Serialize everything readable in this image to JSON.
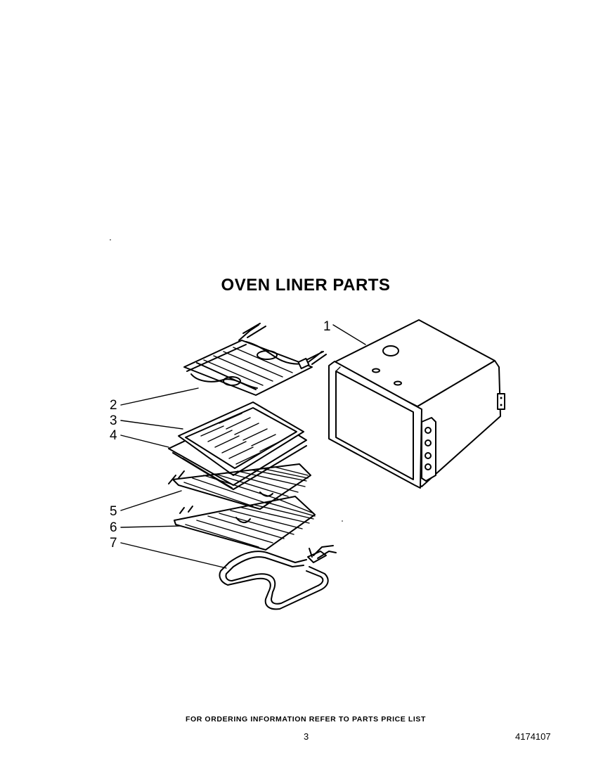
{
  "title": "OVEN LINER PARTS",
  "callouts": [
    "1",
    "2",
    "3",
    "4",
    "5",
    "6",
    "7"
  ],
  "parts": [
    {
      "number": "1",
      "name": "oven-liner"
    },
    {
      "number": "2",
      "name": "broil-element"
    },
    {
      "number": "3",
      "name": "broiler-pan-insert"
    },
    {
      "number": "4",
      "name": "broiler-pan"
    },
    {
      "number": "5",
      "name": "oven-rack-upper"
    },
    {
      "number": "6",
      "name": "oven-rack-lower"
    },
    {
      "number": "7",
      "name": "bake-element"
    }
  ],
  "footer": {
    "ordering_info": "FOR ORDERING INFORMATION REFER TO PARTS PRICE LIST",
    "page_number": "3",
    "document_number": "4174107"
  }
}
